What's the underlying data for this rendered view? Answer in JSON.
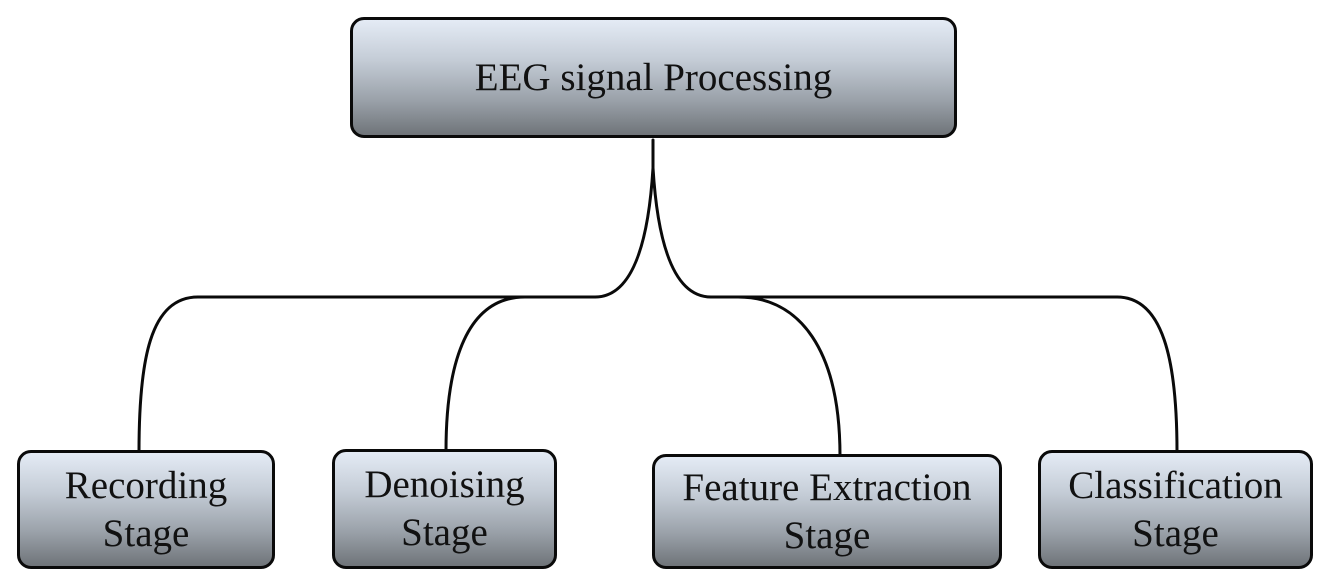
{
  "diagram": {
    "root": {
      "label": "EEG signal Processing"
    },
    "children": [
      {
        "line1": "Recording",
        "line2": "Stage"
      },
      {
        "line1": "Denoising",
        "line2": "Stage"
      },
      {
        "line1": "Feature Extraction",
        "line2": "Stage"
      },
      {
        "line1": "Classification",
        "line2": "Stage"
      }
    ],
    "colors": {
      "box_top": "#e4ebf5",
      "box_bottom": "#6f7479",
      "border": "#0a0a0a",
      "connector": "#0a0a0a"
    }
  }
}
